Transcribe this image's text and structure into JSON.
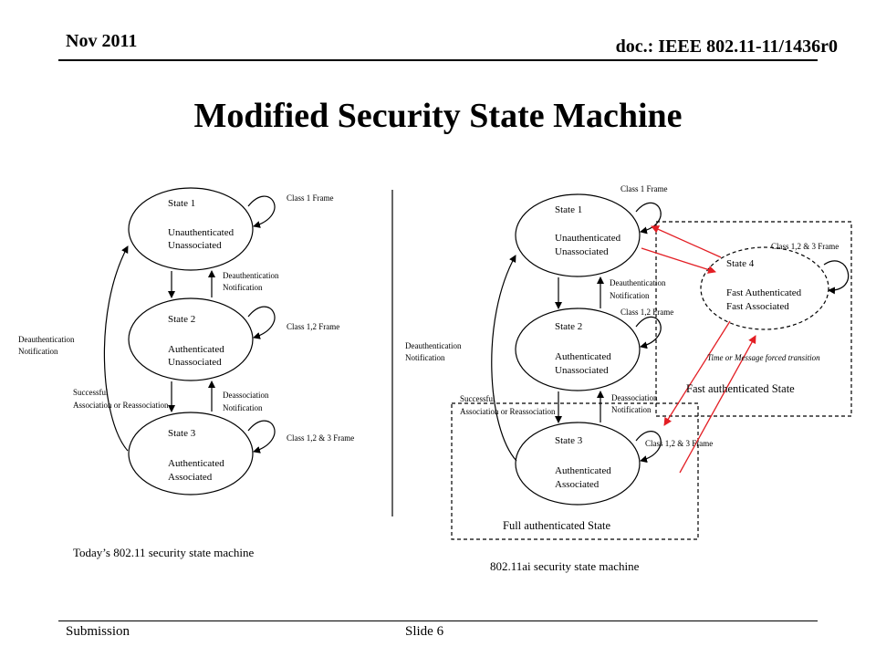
{
  "header": {
    "date": "Nov 2011",
    "doc": "doc.: IEEE 802.11-11/1436r0"
  },
  "title": "Modified Security State Machine",
  "left": {
    "caption": "Today’s 802.11 security state machine",
    "state1": {
      "title": "State 1",
      "line1": "Unauthenticated",
      "line2": "Unassociated"
    },
    "state2": {
      "title": "State 2",
      "line1": "Authenticated",
      "line2": "Unassociated"
    },
    "state3": {
      "title": "State 3",
      "line1": "Authenticated",
      "line2": "Associated"
    },
    "loop1": "Class 1 Frame",
    "loop2": "Class 1,2  Frame",
    "loop3": "Class 1,2 & 3 Frame",
    "deauth_mid": [
      "Deauthentication",
      "Notification"
    ],
    "deassoc": [
      "Deassociation",
      "Notification"
    ],
    "deauth_left": [
      "Deauthentication",
      "Notification"
    ],
    "success": [
      "Successful",
      "Association  or Reassociation"
    ]
  },
  "right": {
    "caption": "802.11ai security state machine",
    "state1": {
      "title": "State 1",
      "line1": "Unauthenticated",
      "line2": "Unassociated"
    },
    "state2": {
      "title": "State 2",
      "line1": "Authenticated",
      "line2": "Unassociated"
    },
    "state3": {
      "title": "State 3",
      "line1": "Authenticated",
      "line2": "Associated"
    },
    "state4": {
      "title": "State 4",
      "line1": "Fast Authenticated",
      "line2": "Fast Associated"
    },
    "loop1": "Class 1 Frame",
    "loop2": "Class 1,2  Frame",
    "loop3": "Class 1,2 & 3 Frame",
    "loop4": "Class 1,2 & 3 Frame",
    "deauth_mid": [
      "Deauthentication",
      "Notification"
    ],
    "deassoc": [
      "Deassociation",
      "Notification"
    ],
    "deauth_left": [
      "Deauthentication",
      "Notification"
    ],
    "success": [
      "Successful",
      "Association  or Reassociation"
    ],
    "forced": "Time or Message forced transition",
    "fast_box_label": "Fast authenticated  State",
    "full_box_label": "Full authenticated  State"
  },
  "colors": {
    "line": "#000000",
    "fast_arrow": "#e31e24"
  },
  "footer": {
    "submission": "Submission",
    "slide": "Slide 6"
  }
}
